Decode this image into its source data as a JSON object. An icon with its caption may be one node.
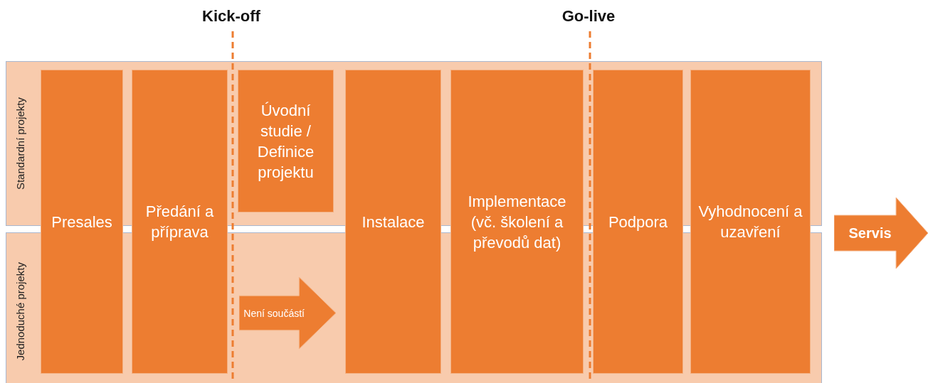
{
  "diagram": {
    "nodes": [
      {
        "text": [
          "Standardní projekty"
        ]
      },
      {
        "text": [
          "Jednoduché projekty"
        ]
      },
      {
        "text": [
          "Presales"
        ]
      },
      {
        "text": [
          "Předání a příprava"
        ]
      },
      {
        "text": [
          "Úvodní studie / Definice projektu"
        ],
        "in": 0
      },
      {
        "text": [
          "Instalace"
        ]
      },
      {
        "text": [
          "Implementace (vč. školení a převodů dat)"
        ]
      },
      {
        "text": [
          "Podpora"
        ]
      },
      {
        "text": [
          "Vyhodnocení a uzavření"
        ]
      },
      {
        "text": [
          "Servis"
        ]
      }
    ],
    "edges": [
      {
        "from": 3,
        "to": 5,
        "arrow": "to",
        "label": "Není součástí"
      }
    ],
    "labels": [
      "Kick-off",
      "Go-live"
    ]
  }
}
